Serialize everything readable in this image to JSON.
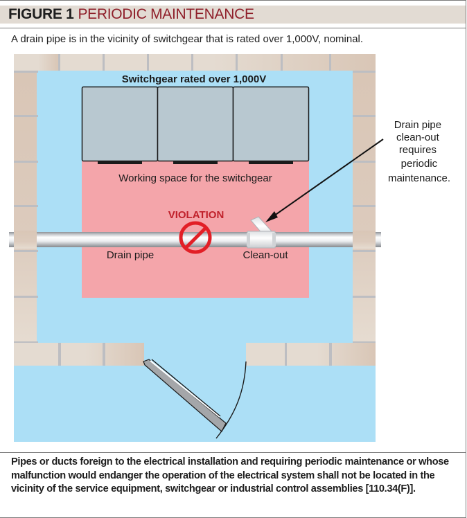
{
  "figure": {
    "number": "FIGURE 1",
    "title": "PERIODIC MAINTENANCE",
    "subtitle": "A drain pipe is in the vicinity of switchgear that is rated over 1,000V, nominal.",
    "caption": "Pipes or ducts foreign to the electrical installation and requiring periodic maintenance or whose malfunction would endanger the operation of the electrical system shall not be located in the vicinity of the service equipment, switchgear or industrial control assemblies [110.34(F)]."
  },
  "diagram": {
    "switchgear_label": "Switchgear rated over 1,000V",
    "switchgear_sections": 3,
    "working_space_label": "Working space for the switchgear",
    "violation_label": "VIOLATION",
    "drain_pipe_label": "Drain pipe",
    "cleanout_label": "Clean-out",
    "callout_lines": [
      "Drain pipe",
      "clean-out",
      "requires",
      "periodic",
      "maintenance."
    ],
    "colors": {
      "room_floor": "#acdff6",
      "working_space": "#f4a5aa",
      "switchgear": "#b8c8d0",
      "violation": "#e21f26",
      "violation_text": "#c0202a",
      "title_accent": "#8f1f2a",
      "wall": "#dcc9ba"
    }
  }
}
